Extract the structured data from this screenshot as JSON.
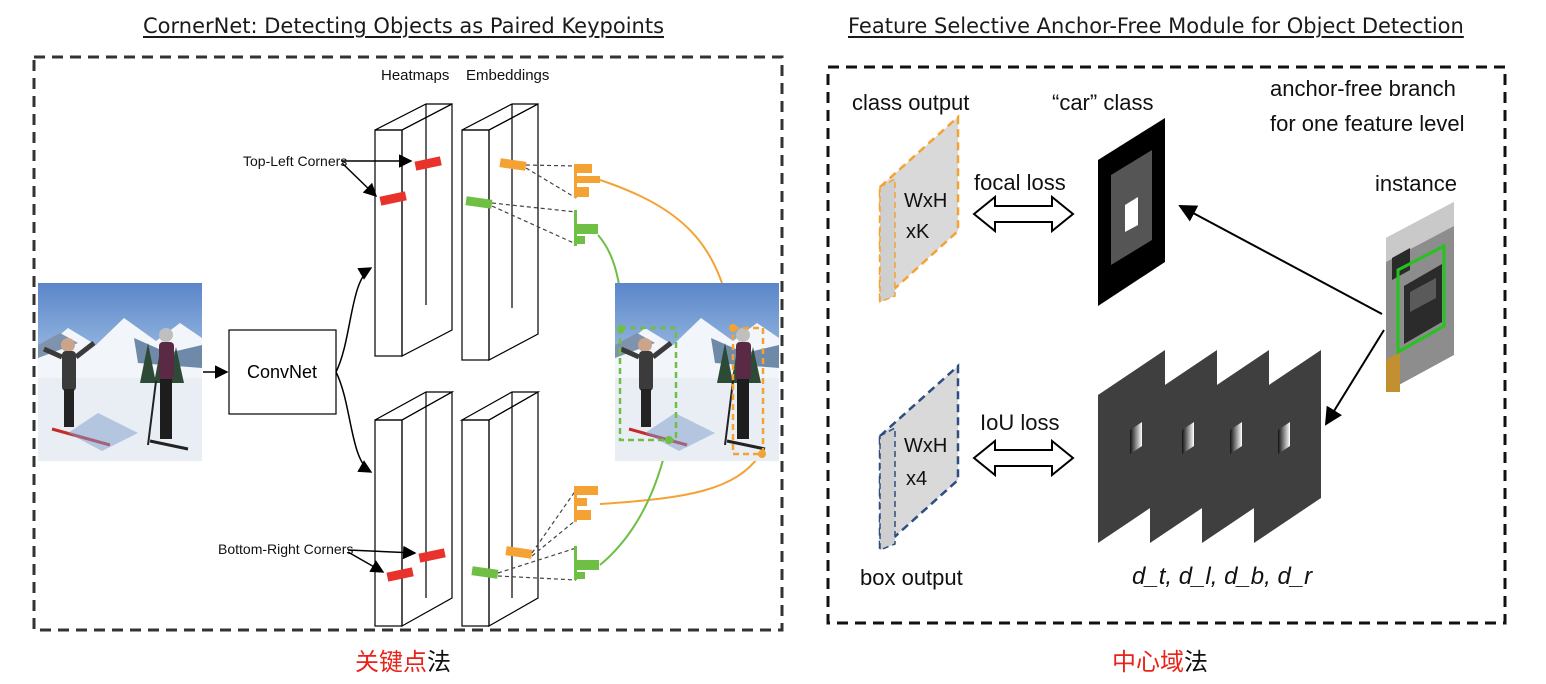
{
  "left": {
    "title": "CornerNet: Detecting Objects as Paired Keypoints",
    "header_heatmaps": "Heatmaps",
    "header_embeddings": "Embeddings",
    "convnet_label": "ConvNet",
    "top_left_label": "Top-Left Corners",
    "bottom_right_label": "Bottom-Right Corners",
    "caption_highlight": "关键点",
    "caption_tail": "法"
  },
  "right": {
    "title": "Feature Selective Anchor-Free Module for Object Detection",
    "class_output": "class output",
    "car_class": "“car” class",
    "branch_line1": "anchor-free branch",
    "branch_line2": "for one feature level",
    "instance": "instance",
    "focal_loss": "focal loss",
    "iou_loss": "IoU loss",
    "class_map_line1": "WxH",
    "class_map_line2": "xK",
    "box_map_line1": "WxH",
    "box_map_line2": "x4",
    "box_output": "box output",
    "distances": "d_t, d_l, d_b, d_r",
    "caption_highlight": "中心域",
    "caption_tail": "法"
  },
  "colors": {
    "orange": "#f5a235",
    "green": "#6fbf44",
    "red": "#e8322b",
    "caption_red": "#e8231a",
    "navy_dash": "#2e4d80"
  }
}
